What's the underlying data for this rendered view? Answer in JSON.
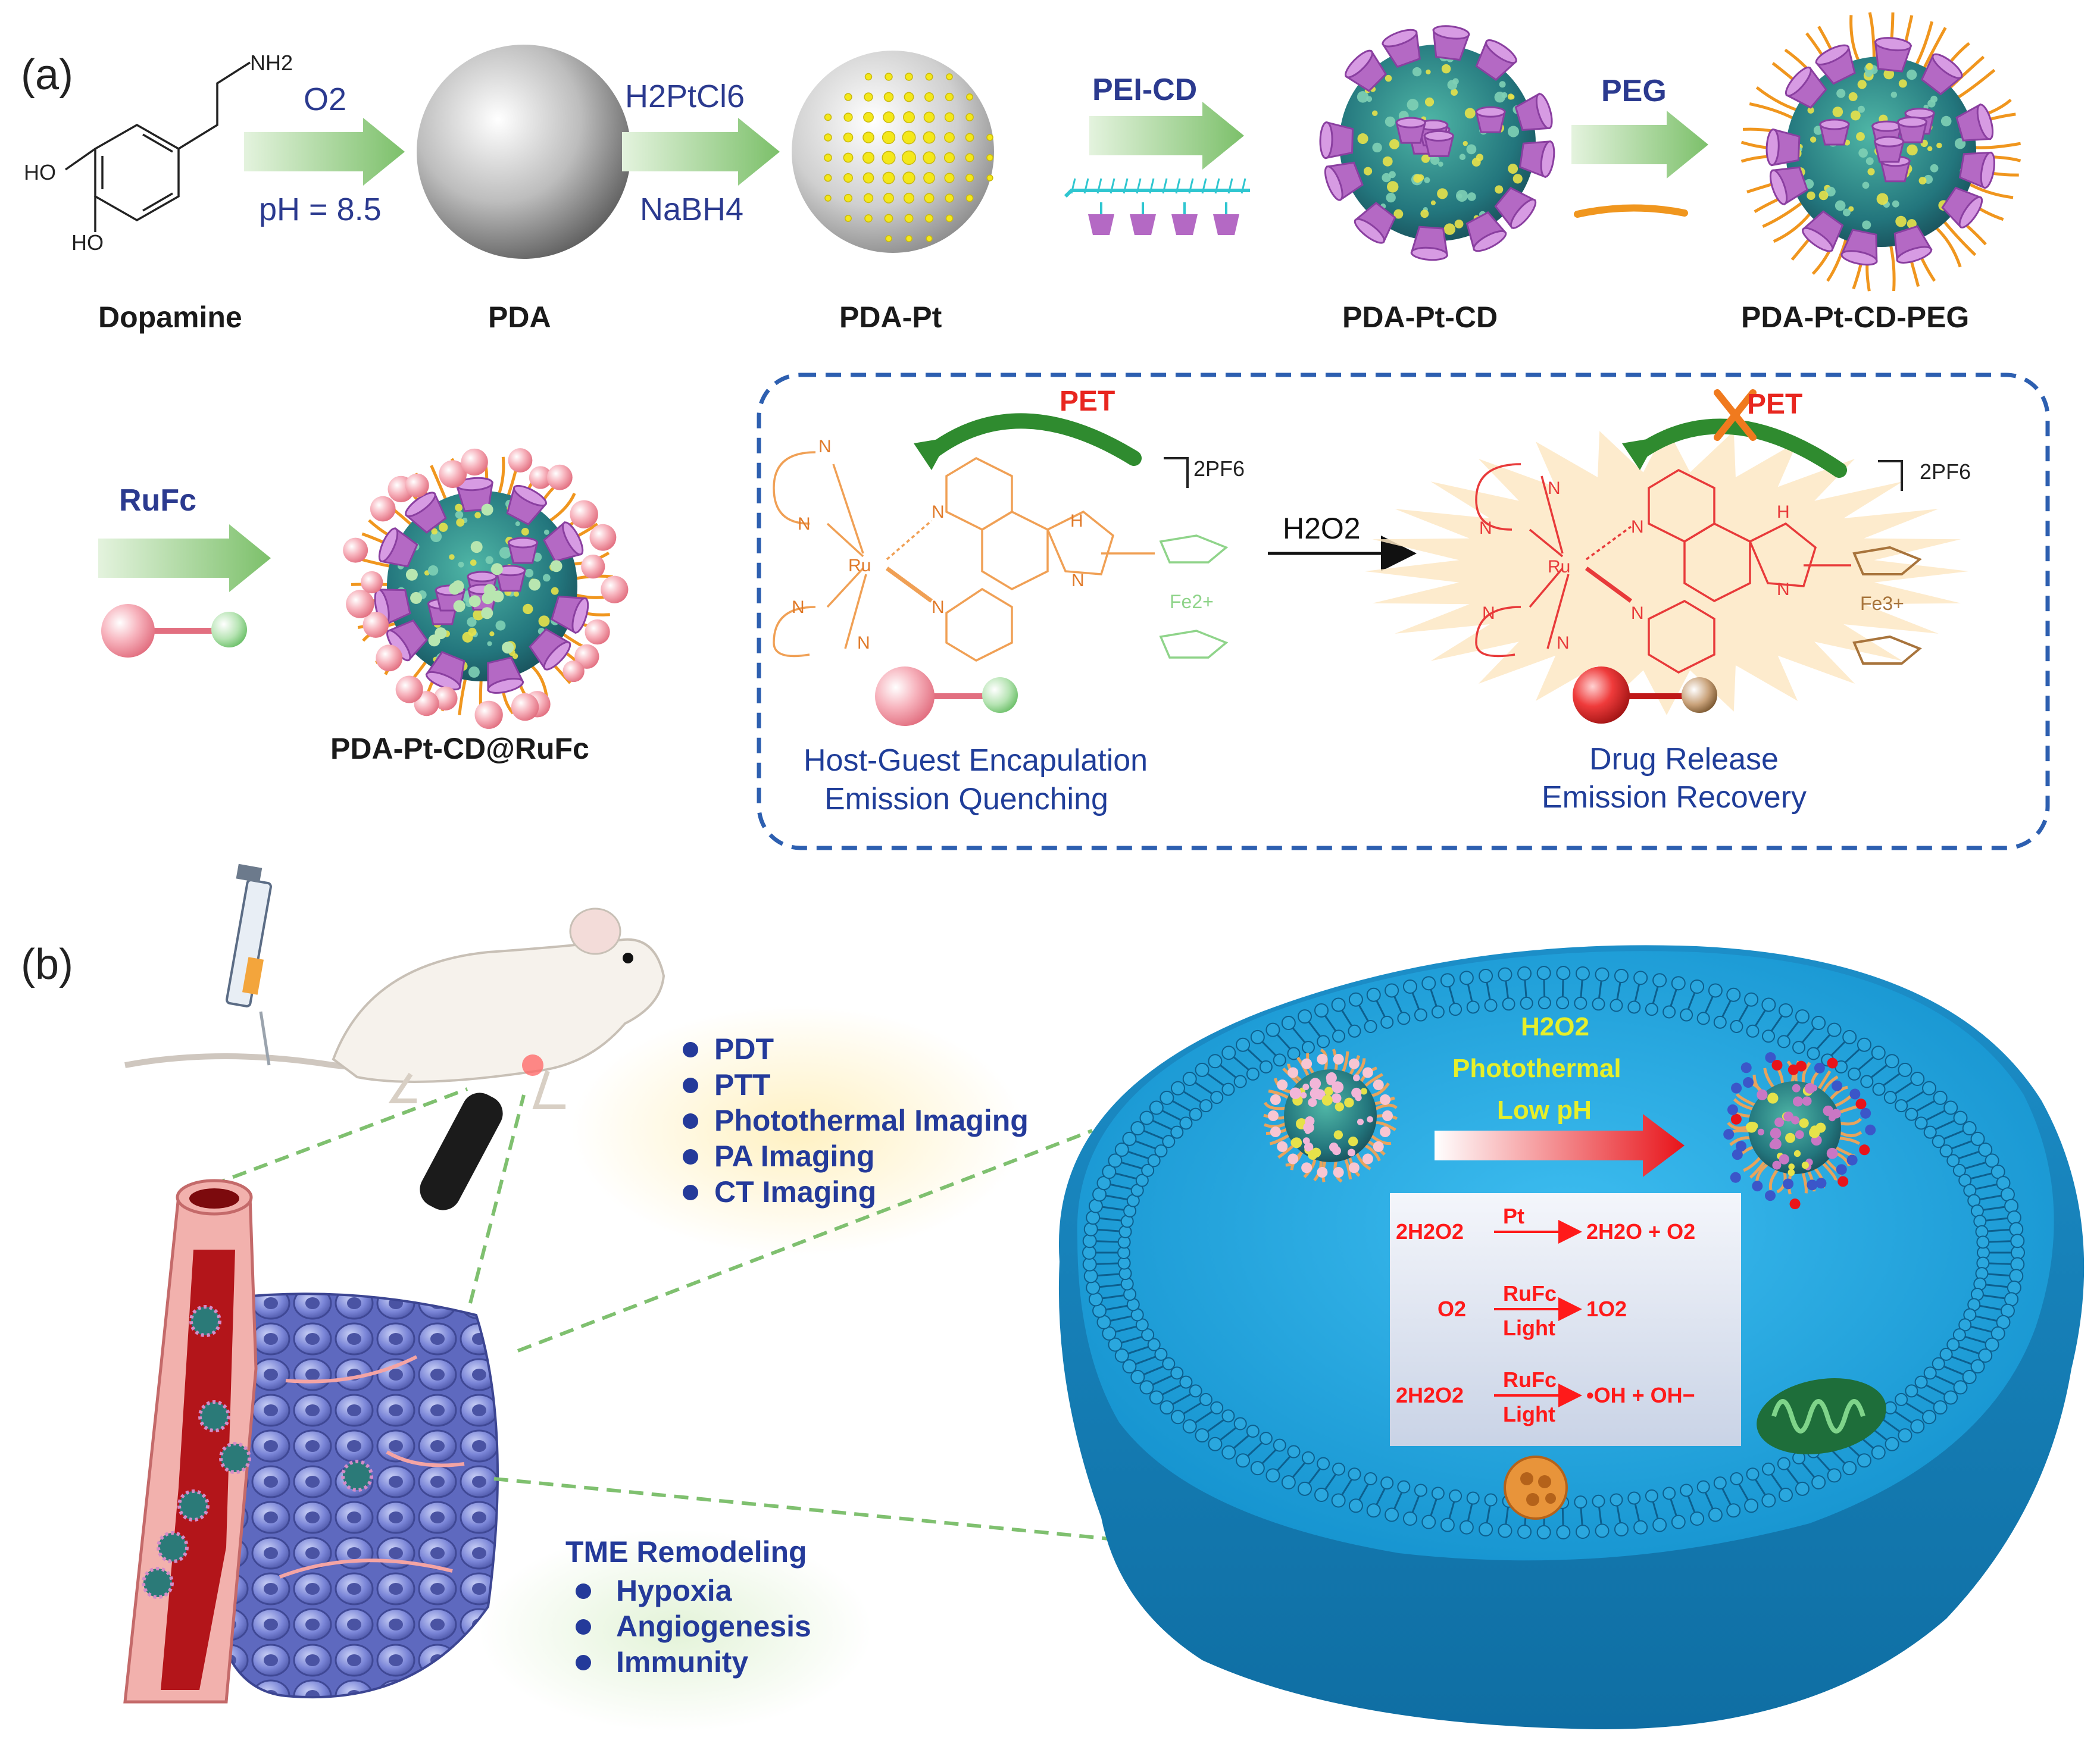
{
  "panel_a": {
    "label": "(a)",
    "dopamine": {
      "name": "Dopamine",
      "nh2": "NH2",
      "ho1": "HO",
      "ho2": "HO"
    },
    "step1": {
      "top": "O2",
      "bottom": "pH = 8.5"
    },
    "pda": "PDA",
    "step2": {
      "top": "H2PtCl6",
      "bottom": "NaBH4"
    },
    "pda_pt": "PDA-Pt",
    "step3": {
      "top": "PEI-CD"
    },
    "pda_pt_cd": "PDA-Pt-CD",
    "step4": {
      "top": "PEG"
    },
    "pda_pt_cd_peg": "PDA-Pt-CD-PEG",
    "step5": {
      "top": "RuFc"
    },
    "pda_pt_cd_rufc": "PDA-Pt-CD@RuFc",
    "inset": {
      "pet_left": "PET",
      "pet_right": "PET",
      "counter_ion_left": "2PF6",
      "counter_ion_right": "2PF6",
      "fe_left": "Fe2+",
      "fe_right": "Fe3+",
      "ru": "Ru",
      "n": "N",
      "nh": "H",
      "reagent": "H2O2",
      "left_caption": [
        "Host-Guest Encapulation",
        "Emission Quenching"
      ],
      "right_caption": [
        "Drug Release",
        "Emission Recovery"
      ]
    }
  },
  "panel_b": {
    "label": "(b)",
    "therapy_list": [
      "PDT",
      "PTT",
      "Photothermal Imaging",
      "PA Imaging",
      "CT Imaging"
    ],
    "tme": {
      "title": "TME Remodeling",
      "items": [
        "Hypoxia",
        "Angiogenesis",
        "Immunity"
      ]
    },
    "triggers": [
      "H2O2",
      "Photothermal",
      "Low pH"
    ],
    "reactions": [
      {
        "left": "2H2O2",
        "above": "Pt",
        "below": "",
        "right": "2H2O + O2"
      },
      {
        "left": "O2",
        "above": "RuFc",
        "below": "Light",
        "right": "1O2"
      },
      {
        "left": "2H2O2",
        "above": "RuFc",
        "below": "Light",
        "right": "•OH + OH−"
      }
    ]
  },
  "colors": {
    "arrow_green": "#8cc97a",
    "reagent_blue": "#2b3a8f",
    "pet_red": "#e8261f",
    "inset_border": "#2d5fb0",
    "cell_blue": "#29a9e0",
    "cd_purple": "#b469c4",
    "gold_pt": "#f4e81a",
    "vessel": "#e8a0a0"
  }
}
